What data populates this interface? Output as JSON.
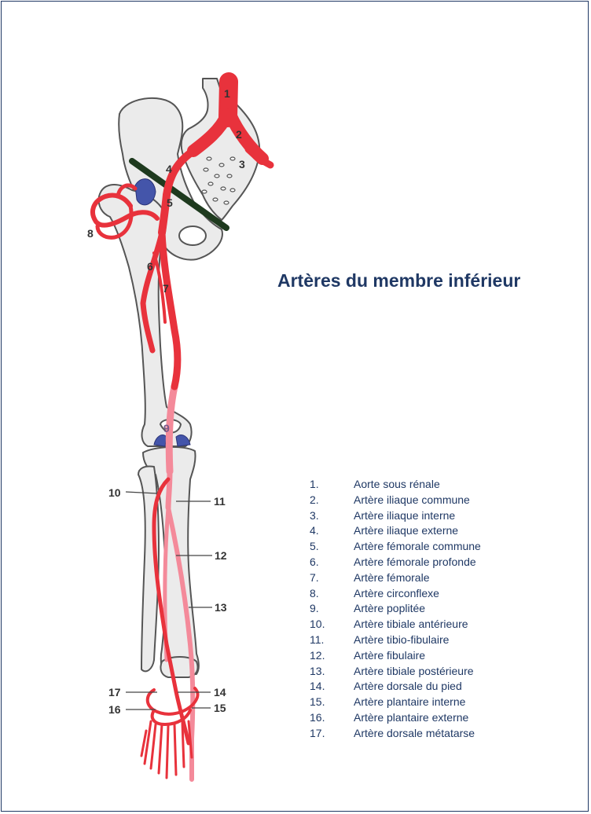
{
  "title": "Artères du membre inférieur",
  "colors": {
    "artery": "#e8323c",
    "artery_posterior": "#f48a9a",
    "bone_fill": "#ebebeb",
    "bone_stroke": "#555555",
    "cartilage": "#4455aa",
    "ligament": "#1e3a1e",
    "text": "#1f3864"
  },
  "labels": [
    "1",
    "2",
    "3",
    "4",
    "5",
    "6",
    "7",
    "8",
    "9",
    "10",
    "11",
    "12",
    "13",
    "14",
    "15",
    "16",
    "17"
  ],
  "legend": [
    {
      "num": "1.",
      "name": "Aorte sous rénale"
    },
    {
      "num": "2.",
      "name": "Artère iliaque commune"
    },
    {
      "num": "3.",
      "name": "Artère iliaque interne"
    },
    {
      "num": "4.",
      "name": "Artère iliaque externe"
    },
    {
      "num": "5.",
      "name": "Artère fémorale commune"
    },
    {
      "num": "6.",
      "name": "Artère fémorale profonde"
    },
    {
      "num": "7.",
      "name": "Artère fémorale"
    },
    {
      "num": "8.",
      "name": "Artère circonflexe"
    },
    {
      "num": "9.",
      "name": "Artère poplitée"
    },
    {
      "num": "10.",
      "name": "Artère tibiale antérieure"
    },
    {
      "num": "11.",
      "name": "Artère tibio-fibulaire"
    },
    {
      "num": "12.",
      "name": "Artère fibulaire"
    },
    {
      "num": "13.",
      "name": "Artère tibiale postérieure"
    },
    {
      "num": "14.",
      "name": "Artère dorsale du pied"
    },
    {
      "num": "15.",
      "name": "Artère plantaire interne"
    },
    {
      "num": "16.",
      "name": "Artère plantaire externe"
    },
    {
      "num": "17.",
      "name": "Artère dorsale métatarse"
    }
  ]
}
